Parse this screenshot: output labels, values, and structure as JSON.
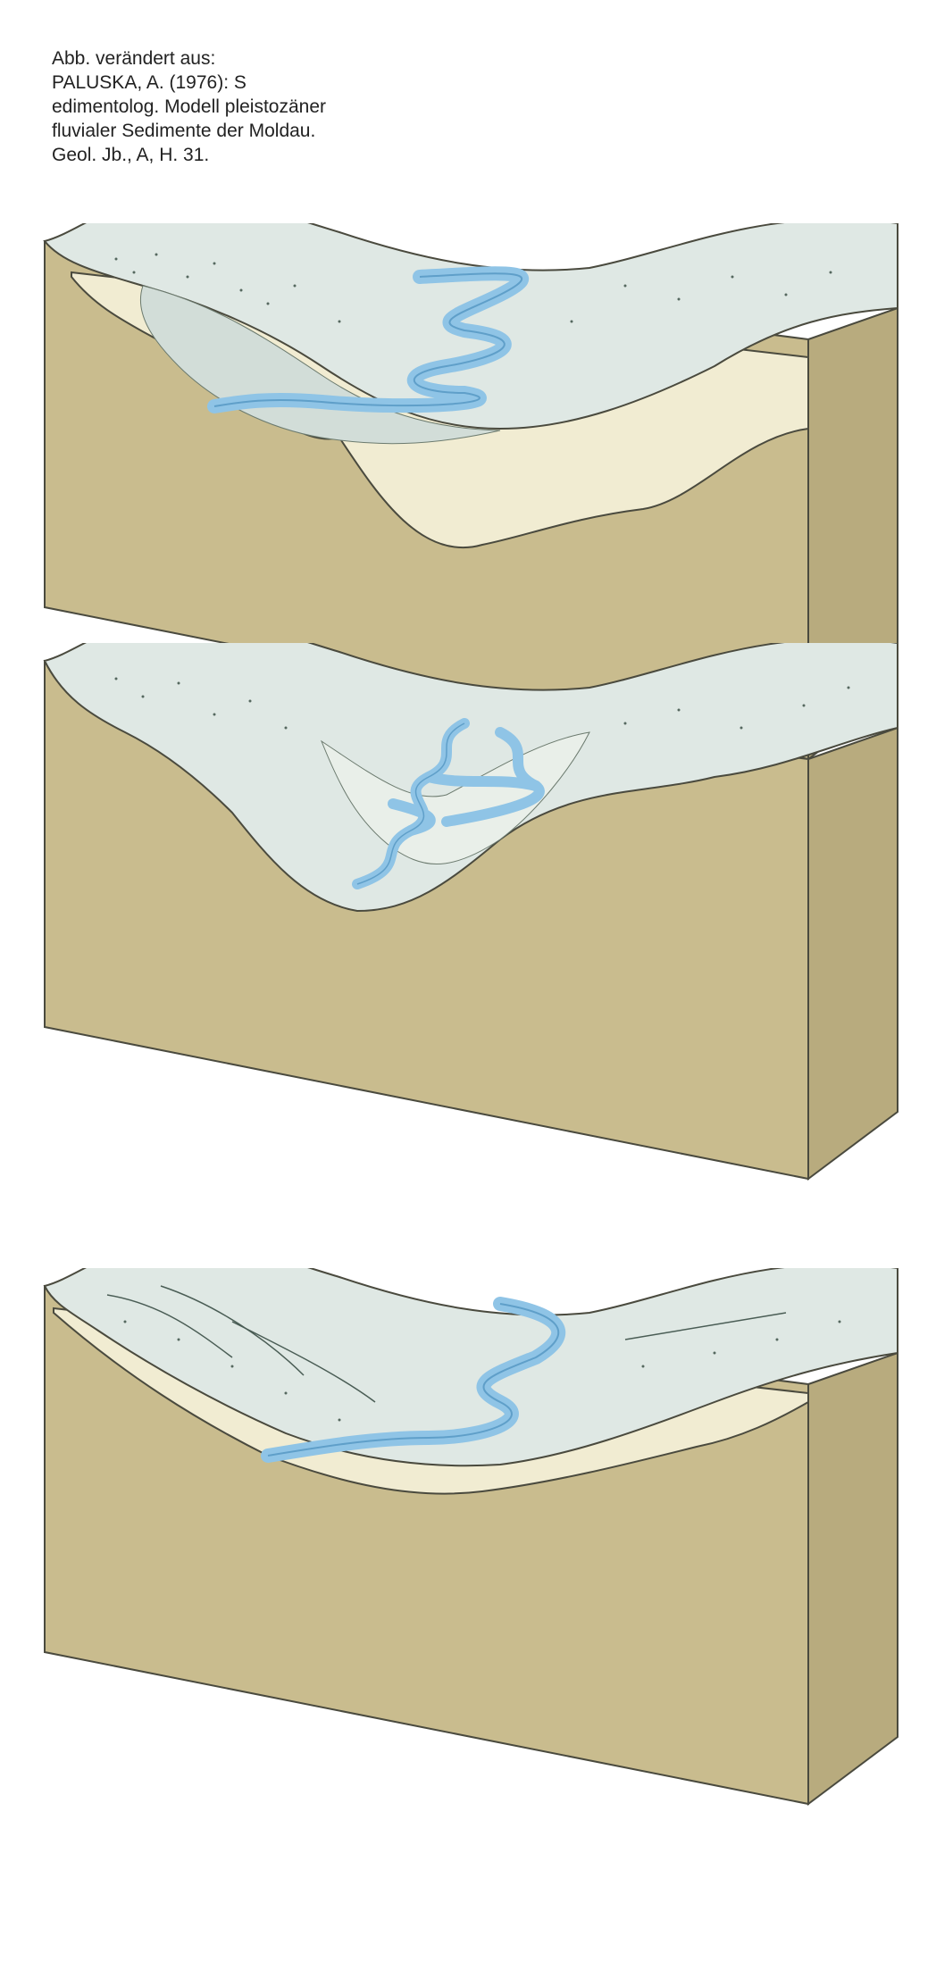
{
  "caption": {
    "lines": [
      "Abb. verändert aus:",
      "PALUSKA, A. (1976): S",
      "edimentolog. Modell pleistozäner",
      "fluvialer Sedimente der Moldau.",
      "Geol. Jb., A, H. 31."
    ]
  },
  "colors": {
    "soil": "#c9bc8e",
    "soil_dark": "#a89d6e",
    "sediment": "#f1ecd2",
    "surface": "#dfe8e4",
    "river": "#8fc4e6",
    "line": "#4a4a3e"
  },
  "diagrams": [
    {
      "name": "block-diagram-1",
      "river_icon": "meandering-river-icon"
    },
    {
      "name": "block-diagram-2",
      "river_icon": "braided-river-icon"
    },
    {
      "name": "block-diagram-3",
      "river_icon": "meandering-river-icon"
    }
  ]
}
